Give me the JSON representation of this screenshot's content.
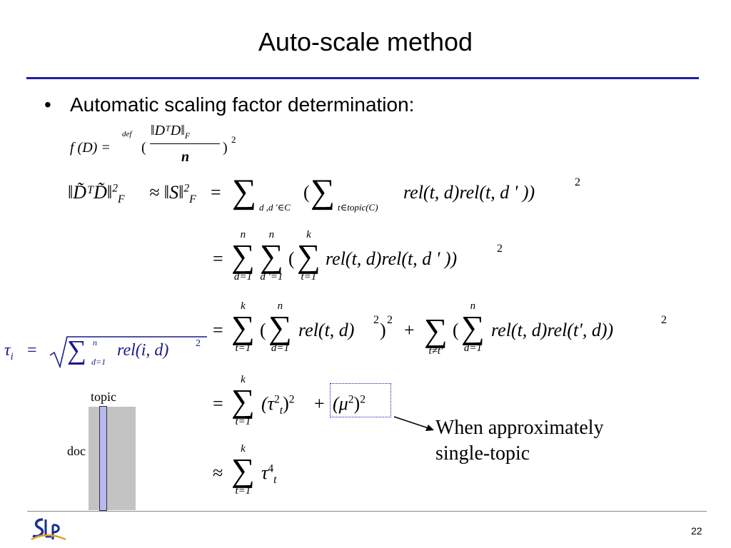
{
  "slide": {
    "title": "Auto-scale method",
    "bullet": "Automatic scaling factor determination:",
    "caption_line1": "When approximately",
    "caption_line2": "single-topic",
    "topic_label": "topic",
    "doc_label": "doc",
    "page_number": "22",
    "logo_text": "SLP"
  },
  "colors": {
    "title_rule": "#1f1fa8",
    "tau_formula": "#1a1a8c",
    "dotted_box": "#1a1aa8",
    "topic_column": "#b8b8f2",
    "doc_block": "#c3c3c3"
  },
  "math": {
    "f_lhs": "f (D) =",
    "f_def": "def",
    "f_num": "‖DᵀD‖",
    "f_num_sub": "F",
    "f_den": "n",
    "f_paren_open": "(",
    "f_paren_close": ")",
    "f_pow": "2",
    "l1_lhs": "‖D̃ᵀD̃‖",
    "l1_lhs_sup": "2",
    "l1_lhs_sub": "F",
    "l1_approx": "≈ ‖S‖",
    "l1_approx_sup": "2",
    "l1_approx_sub": "F",
    "l1_eq": "=",
    "l1_sum1_sub": "d ,d '∈C",
    "l1_sum2_sub": "t∈topic(C)",
    "l1_body": "rel(t, d)rel(t, d ' ))",
    "l1_pow": "2",
    "l2_eq": "=",
    "l2_sum1_top": "n",
    "l2_sum1_bot": "d=1",
    "l2_sum2_top": "n",
    "l2_sum2_bot": "d '=1",
    "l2_sum3_top": "k",
    "l2_sum3_bot": "t=1",
    "l2_body": "rel(t, d)rel(t, d ' ))",
    "l2_pow": "2",
    "l3_eq": "=",
    "l3_sum1_top": "k",
    "l3_sum1_bot": "t=1",
    "l3_sum2_top": "n",
    "l3_sum2_bot": "d=1",
    "l3_body1": "rel(t, d)",
    "l3_pow_a": "2",
    "l3_pow_b": "2",
    "l3_plus": "+",
    "l3_sum3_bot": "t≠t'",
    "l3_sum4_top": "n",
    "l3_sum4_bot": "d=1",
    "l3_body2": "rel(t, d)rel(t', d))",
    "l3_pow_c": "2",
    "l4_eq": "=",
    "l4_sum_top": "k",
    "l4_sum_bot": "t=1",
    "l4_tau": "(τ",
    "l4_tau_sup": "2",
    "l4_tau_sub": "t",
    "l4_close": ")",
    "l4_pow": "2",
    "l4_plus": "+",
    "l4_mu": "(μ",
    "l4_mu_sup": "2",
    "l4_mu_close": ")",
    "l4_mu_pow": "2",
    "l5_approx": "≈",
    "l5_sum_top": "k",
    "l5_sum_bot": "t=1",
    "l5_tau": "τ",
    "l5_tau_sup": "4",
    "l5_tau_sub": "t",
    "tau_lhs": "τ",
    "tau_sub": "i",
    "tau_eq": "=",
    "tau_sum_top": "n",
    "tau_sum_bot": "d=1",
    "tau_body": "rel(i, d)",
    "tau_pow": "2"
  }
}
